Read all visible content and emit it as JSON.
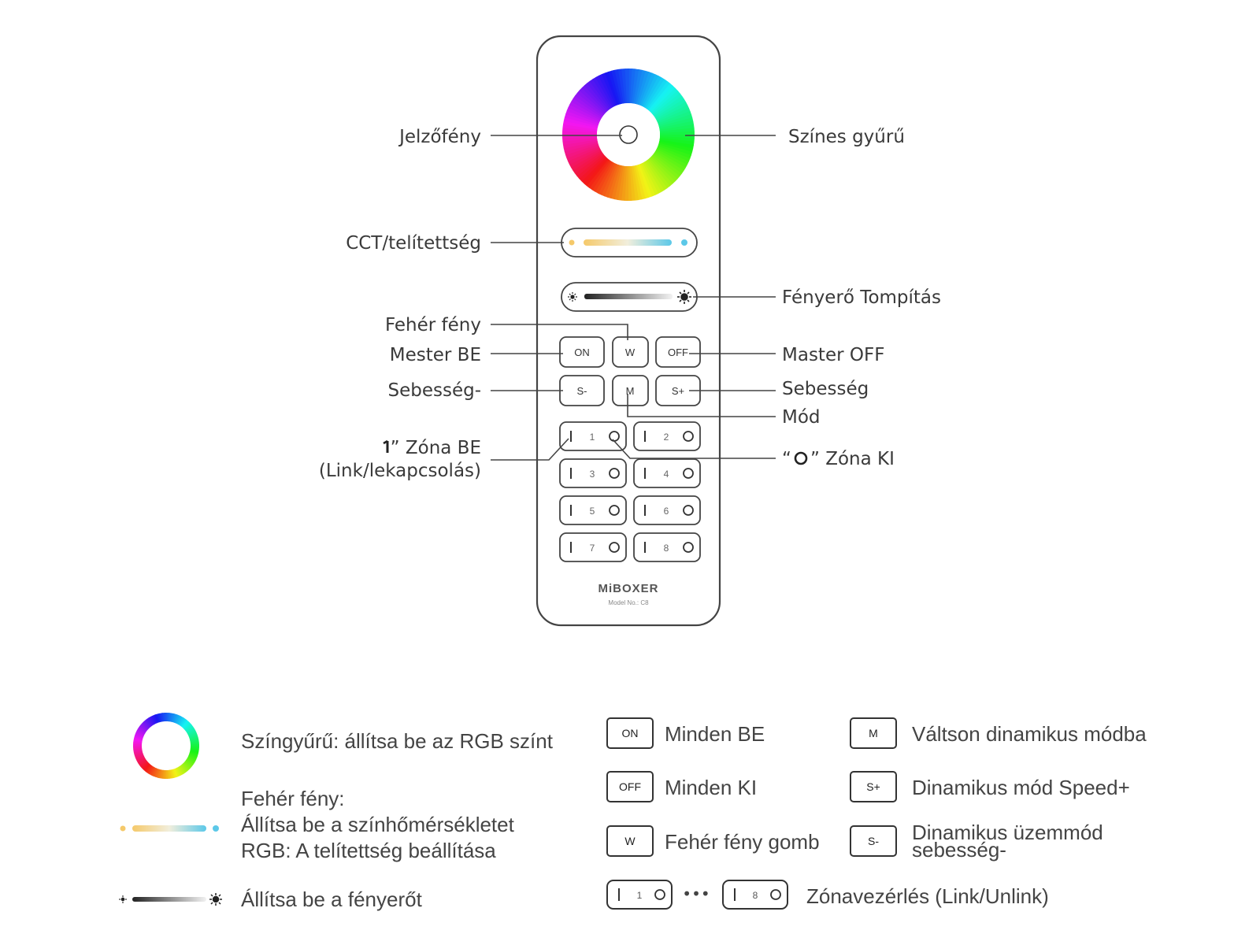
{
  "remote": {
    "brand": "MiBOXER",
    "model": "Model No.: C8",
    "buttons": {
      "on": "ON",
      "w": "W",
      "off": "OFF",
      "s_minus": "S-",
      "m": "M",
      "s_plus": "S+"
    },
    "zones": [
      "1",
      "2",
      "3",
      "4",
      "5",
      "6",
      "7",
      "8"
    ]
  },
  "callouts": {
    "indicator": "Jelzőfény",
    "color_ring": "Színes gyűrű",
    "cct_saturation": "CCT/telítettség",
    "brightness_dimming": "Fényerő Tompítás",
    "white_light": "Fehér fény",
    "master_on": "Mester BE",
    "master_off": "Master OFF",
    "speed_minus": "Sebesség-",
    "speed_plus": "Sebesség",
    "mode": "Mód",
    "zone_on_line1": "” Zóna BE",
    "zone_on_line2": "(Link/lekapcsolás)",
    "zone_off_open": "“",
    "zone_off_text": "” Zóna KI"
  },
  "legend": {
    "color_ring_desc": "Színgyűrű: állítsa be az RGB színt",
    "white_line1": "Fehér fény:",
    "white_line2": "Állítsa be a színhőmérsékletet",
    "white_line3": "RGB: A telítettség beállítása",
    "brightness_desc": "Állítsa be a fényerőt",
    "on_label": "ON",
    "on_desc": "Minden BE",
    "off_label": "OFF",
    "off_desc": "Minden KI",
    "w_label": "W",
    "w_desc": "Fehér fény gomb",
    "m_label": "M",
    "m_desc": "Váltson dinamikus módba",
    "splus_label": "S+",
    "splus_desc": "Dinamikus mód Speed+",
    "sminus_label": "S-",
    "sminus_desc_line1": "Dinamikus üzemmód",
    "sminus_desc_line2": "sebesség-",
    "zone_first": "1",
    "ellipsis": "•••",
    "zone_last": "8",
    "zone_desc": "Zónavezérlés (Link/Unlink)"
  },
  "colors": {
    "outline": "#444444",
    "warm": "#f5c96a",
    "cool": "#5cc8e8"
  }
}
